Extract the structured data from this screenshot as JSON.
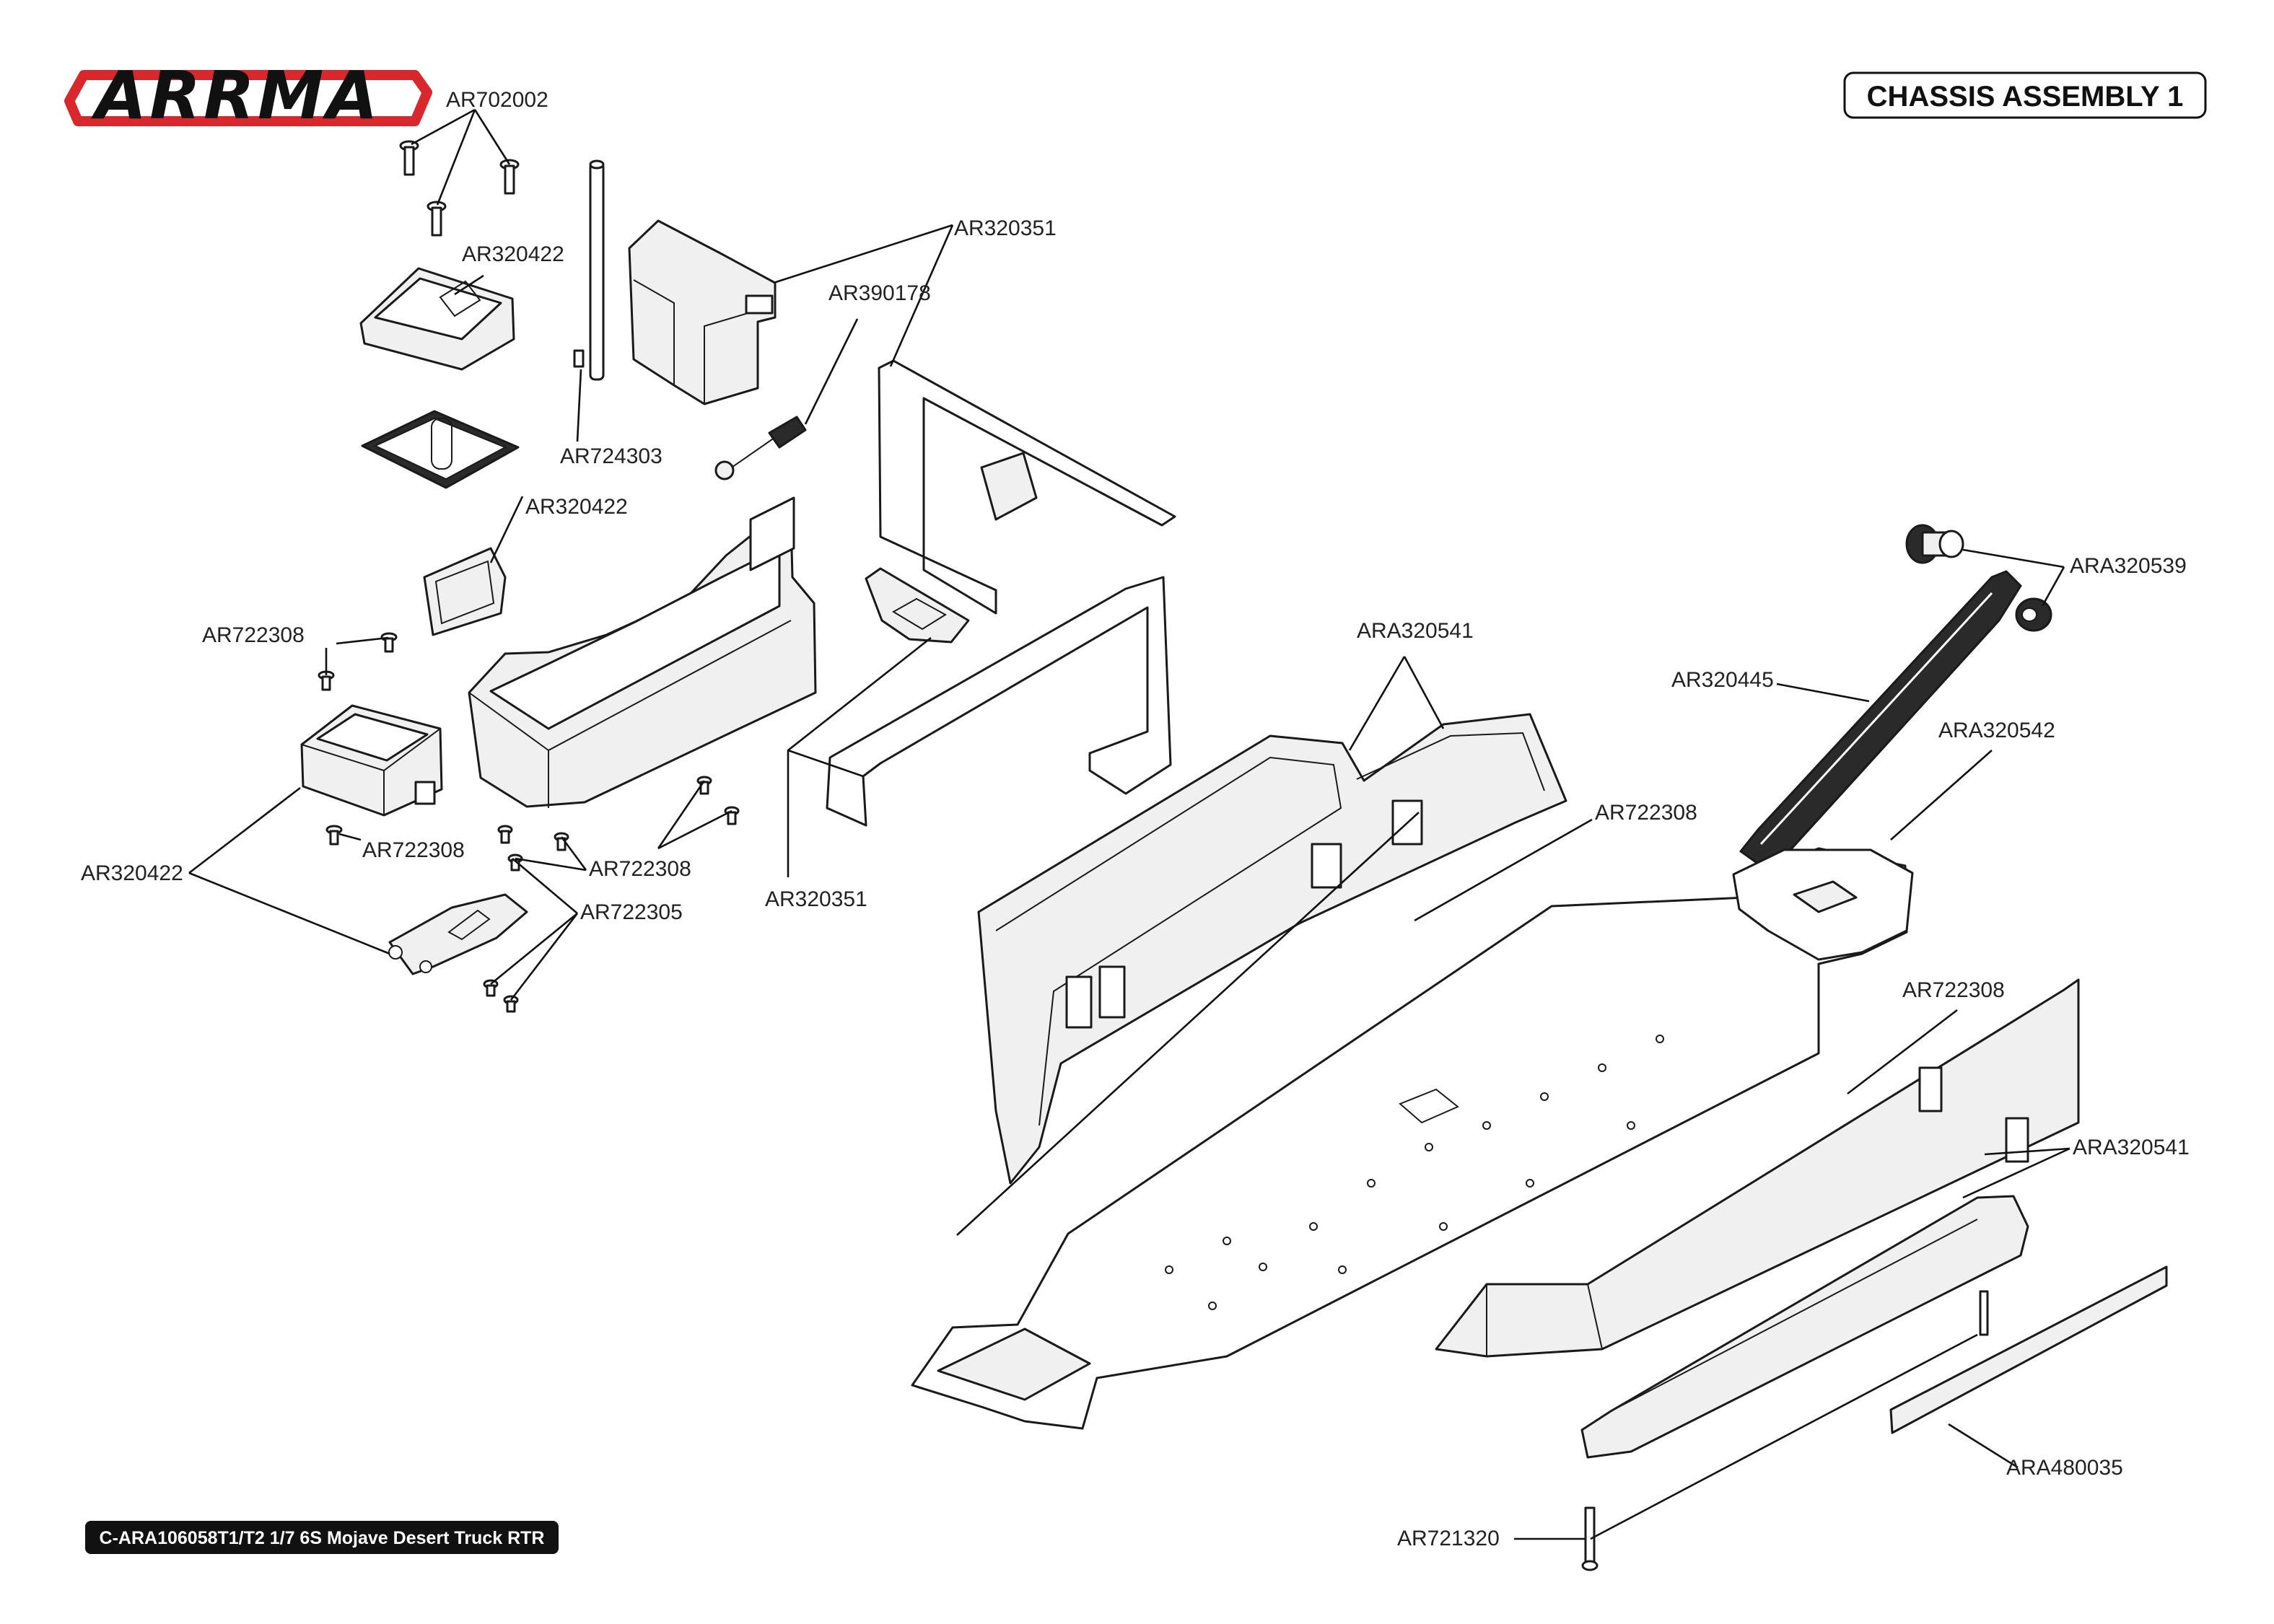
{
  "brand": "ARRMA",
  "title": "CHASSIS ASSEMBLY 1",
  "footer": "C-ARA106058T1/T2 1/7 6S Mojave Desert Truck RTR",
  "colors": {
    "logo_red": "#d8272d",
    "logo_black": "#111111",
    "line": "#1a1a1a",
    "footer_bg": "#111111"
  },
  "labels": [
    "AR702002",
    "AR320422",
    "AR724303",
    "AR320422",
    "AR320351",
    "AR390178",
    "AR722308",
    "AR722308",
    "AR320422",
    "AR722308",
    "AR722305",
    "AR320351",
    "ARA320541",
    "ARA320539",
    "AR320445",
    "ARA320542",
    "AR722308",
    "AR722308",
    "ARA320541",
    "ARA480035",
    "AR721320"
  ]
}
